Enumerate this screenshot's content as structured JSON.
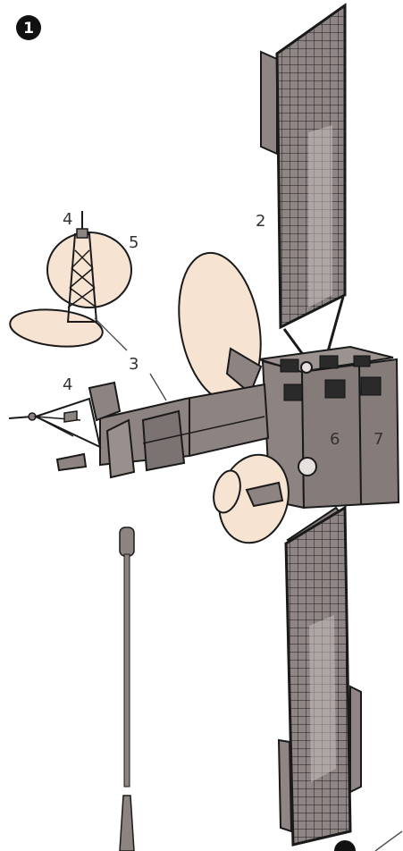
{
  "figure": {
    "badge": "1",
    "labels": {
      "antenna_mast_top": "4",
      "solar_panel": "2",
      "dish_reflector": "5",
      "boom": "3",
      "antenna_left": "4",
      "bus_face": "6",
      "bus_side": "7"
    },
    "colors": {
      "dish_fill": "#f7e3d2",
      "panel_fill": "#8f8584",
      "bus_fill": "#8d8482",
      "outline": "#1a1a1a"
    }
  }
}
